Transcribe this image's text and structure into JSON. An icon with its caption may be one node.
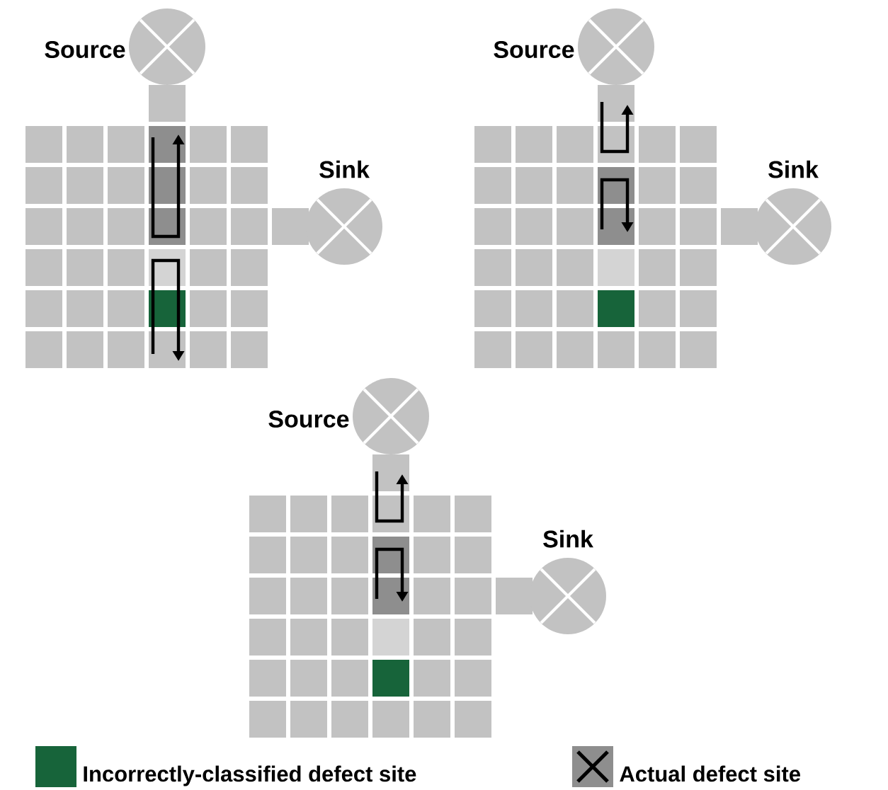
{
  "diagram": {
    "nodes": [
      {
        "text": [],
        "shape": "circle",
        "beside": [
          "Source"
        ]
      },
      {
        "text": [],
        "shape": "circle",
        "beside": [
          "Sink"
        ]
      },
      {
        "text": [],
        "shape": "circle",
        "beside": [
          "Source"
        ]
      },
      {
        "text": [],
        "shape": "circle",
        "beside": [
          "Sink"
        ]
      },
      {
        "text": [],
        "shape": "circle",
        "beside": [
          "Source"
        ]
      },
      {
        "text": [],
        "shape": "circle",
        "beside": [
          "Sink"
        ]
      }
    ],
    "legend": [
      {
        "text": "Incorrectly-classified defect site",
        "color": "#17643a"
      },
      {
        "text": "Actual defect site"
      }
    ]
  }
}
